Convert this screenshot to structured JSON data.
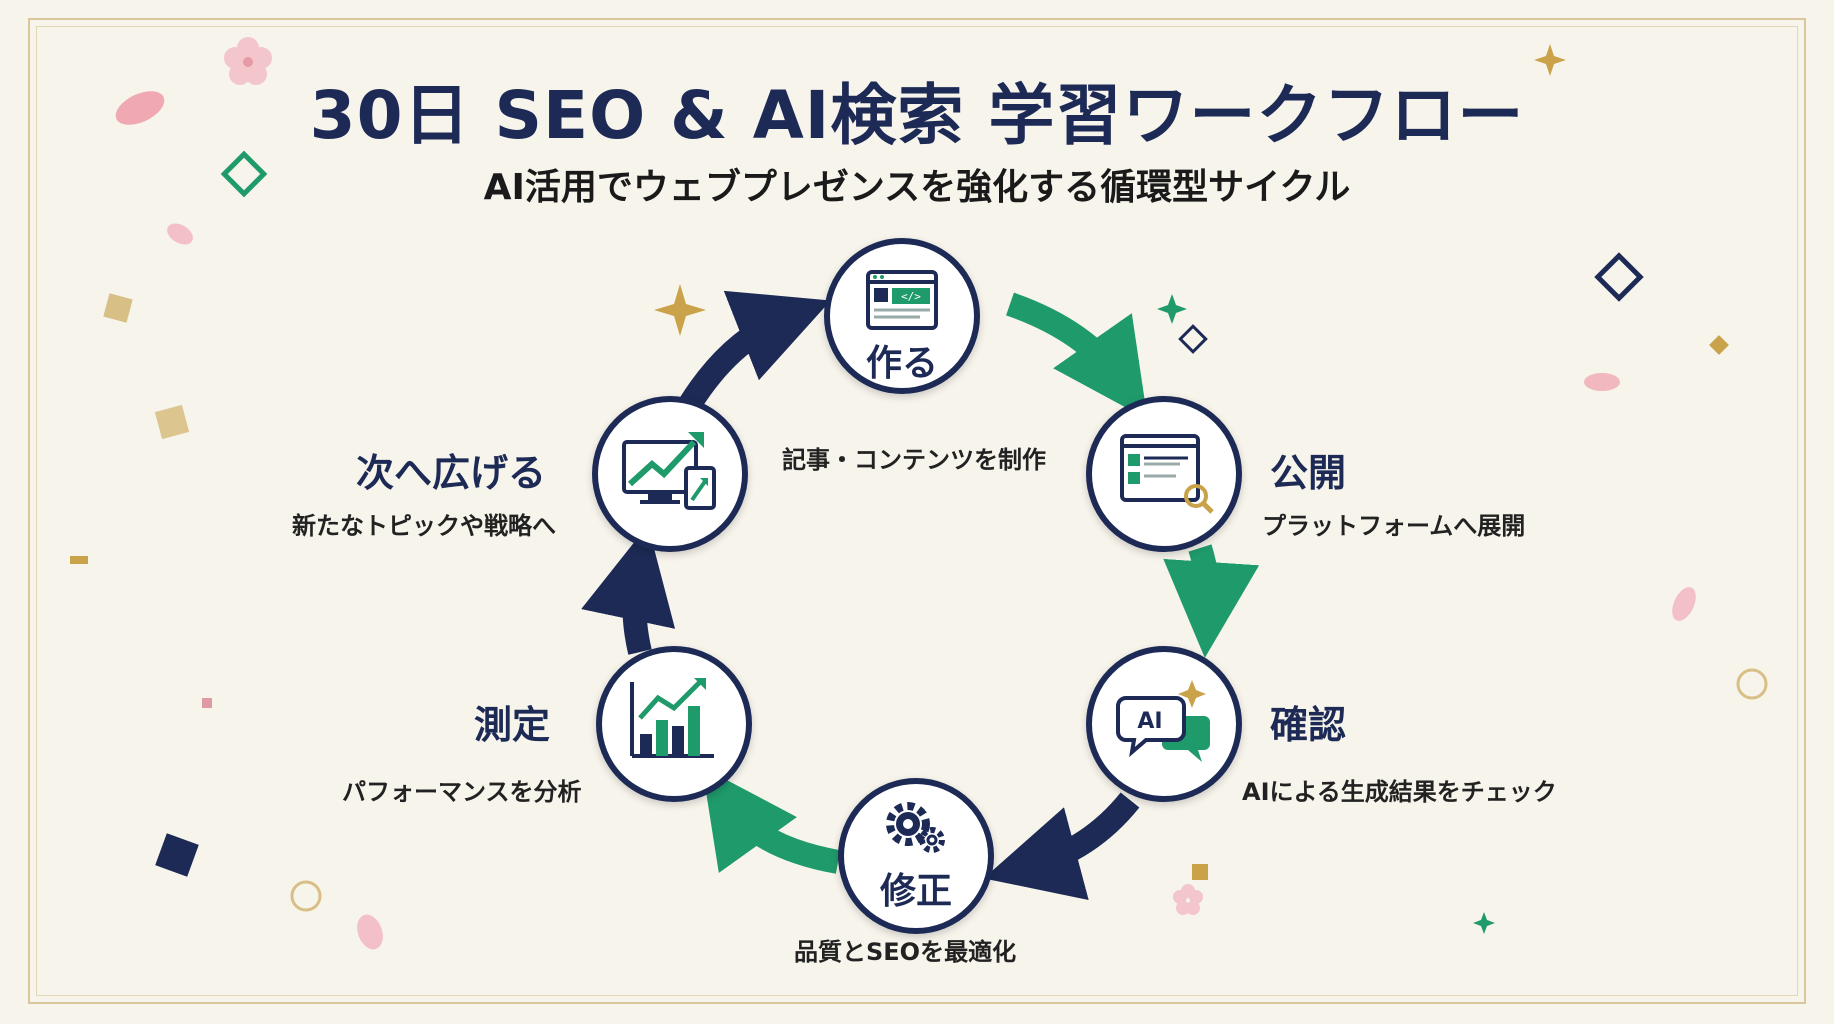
{
  "title": "30日 SEO & AI検索 学習ワークフロー",
  "subtitle": "AI活用でウェブプレゼンスを強化する循環型サイクル",
  "steps": {
    "create": {
      "title": "作る",
      "desc": "記事・コンテンツを制作",
      "icon": "code-editor-icon"
    },
    "publish": {
      "title": "公開",
      "desc": "プラットフォームへ展開",
      "icon": "web-page-search-icon"
    },
    "check": {
      "title": "確認",
      "desc": "AIによる生成結果をチェック",
      "icon": "ai-chat-icon",
      "icon_text": "AI"
    },
    "fix": {
      "title": "修正",
      "desc": "品質とSEOを最適化",
      "icon": "gears-icon"
    },
    "measure": {
      "title": "測定",
      "desc": "パフォーマンスを分析",
      "icon": "bar-chart-icon"
    },
    "expand": {
      "title": "次へ広げる",
      "desc": "新たなトピックや戦略へ",
      "icon": "growth-devices-icon"
    }
  },
  "colors": {
    "navy": "#1c2a55",
    "green": "#1f9a6a",
    "gold": "#c9a24a",
    "pink": "#f2b8c0"
  }
}
